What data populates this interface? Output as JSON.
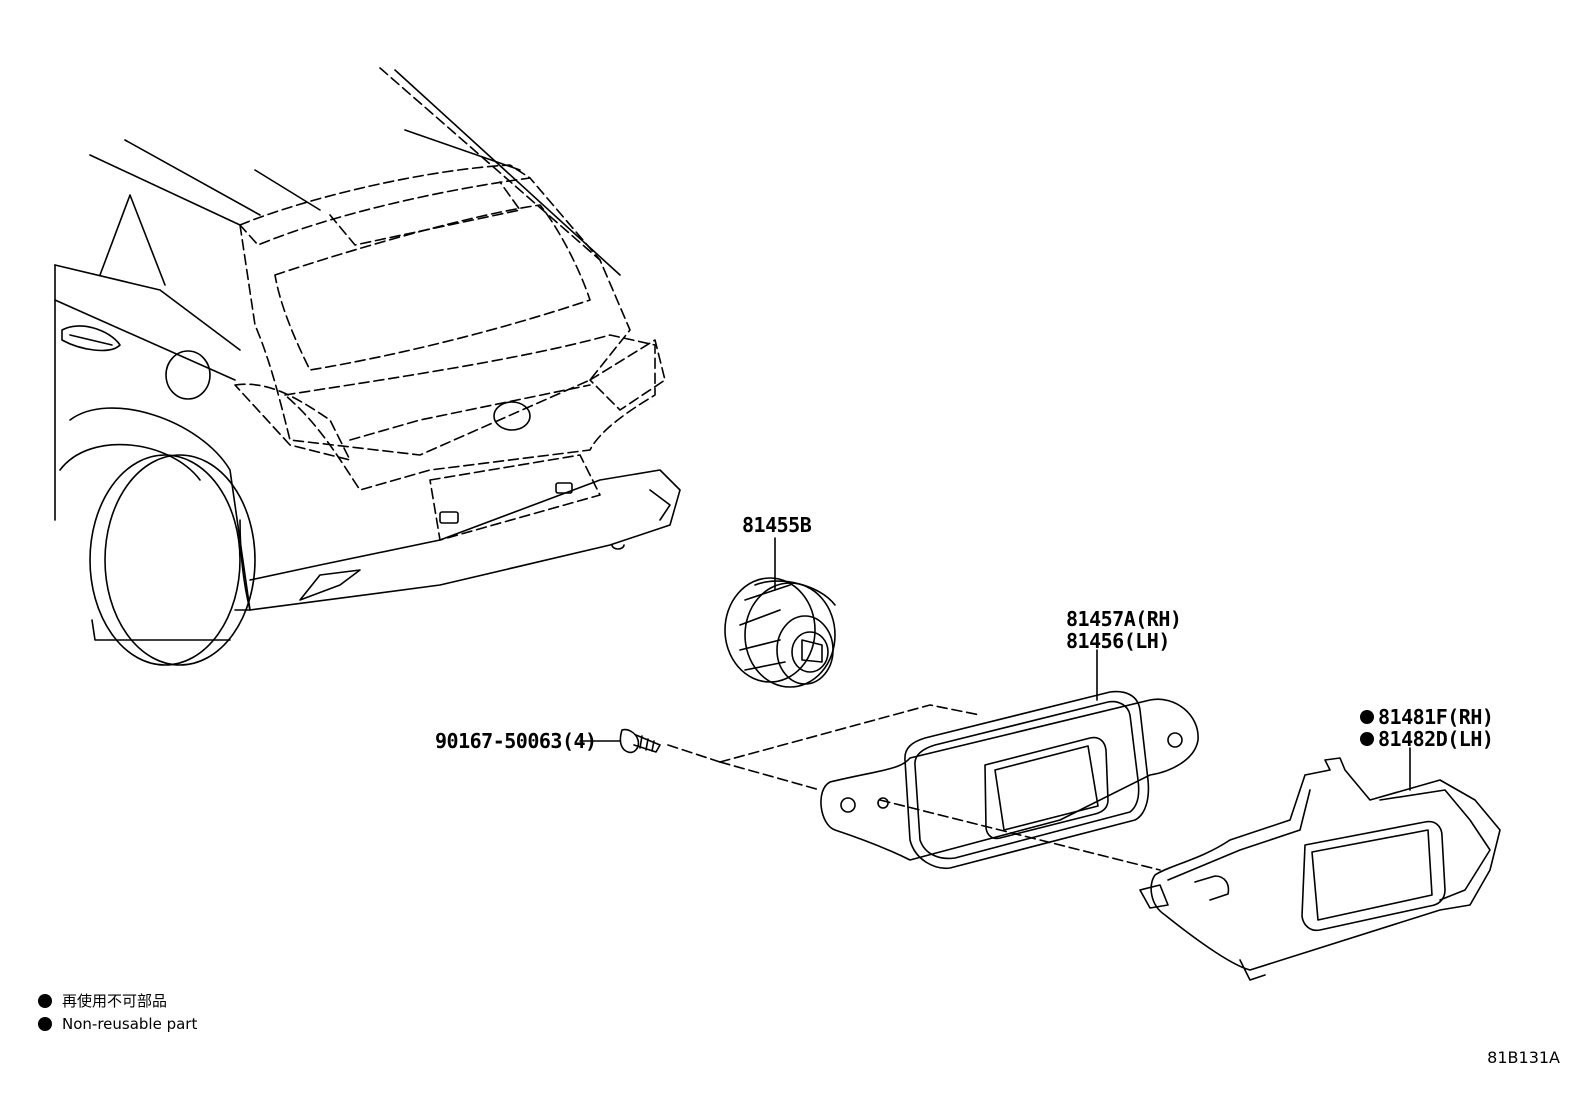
{
  "parts": {
    "lamp_assy": "81455B",
    "lens_rh": "81457A(RH)",
    "lens_lh": "81456(LH)",
    "screw": "90167-50063(4)",
    "gasket_rh": "81481F(RH)",
    "gasket_lh": "81482D(LH)"
  },
  "legend": {
    "line_jp": "再使用不可部品",
    "line_en": "Non-reusable part"
  },
  "diagram_code": "81B131A"
}
